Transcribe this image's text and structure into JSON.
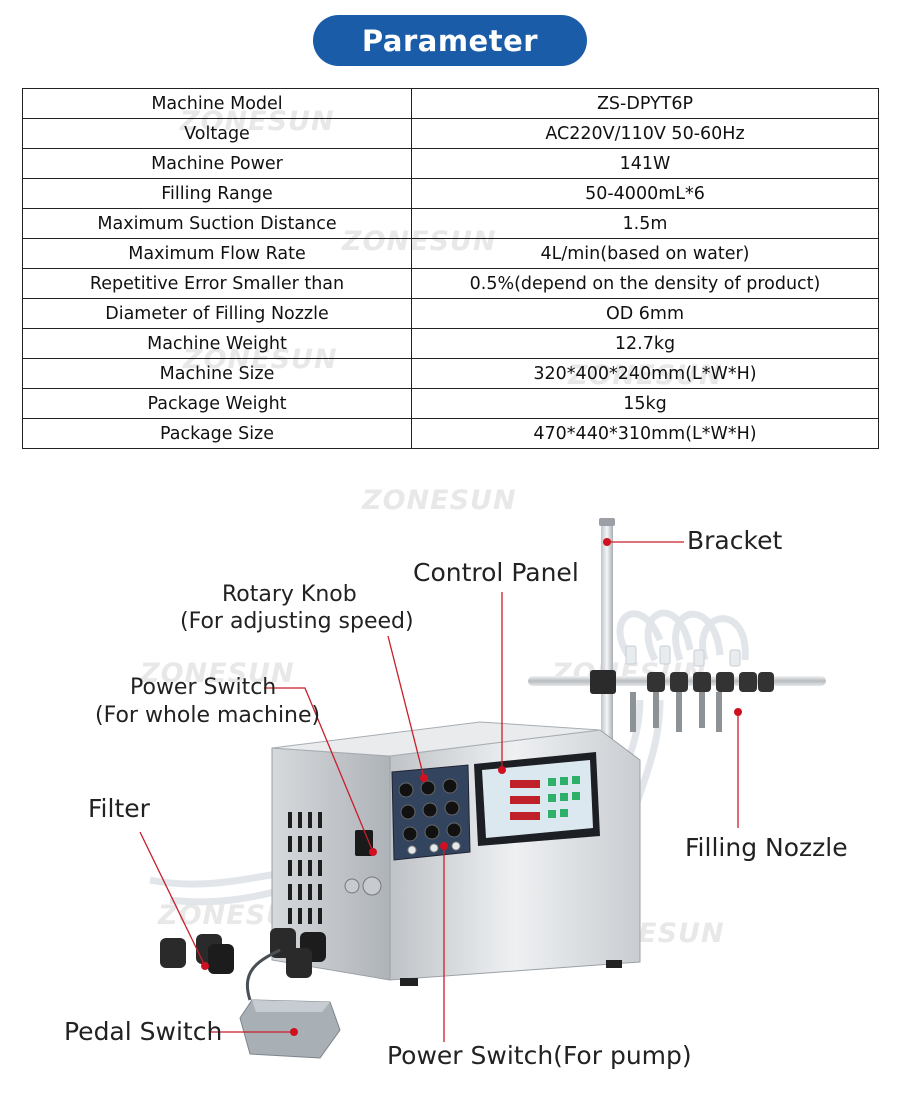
{
  "header": {
    "title": "Parameter"
  },
  "specs": [
    {
      "label": "Machine Model",
      "value": "ZS-DPYT6P"
    },
    {
      "label": "Voltage",
      "value": "AC220V/110V 50-60Hz"
    },
    {
      "label": "Machine Power",
      "value": "141W"
    },
    {
      "label": "Filling Range",
      "value": "50-4000mL*6"
    },
    {
      "label": "Maximum Suction Distance",
      "value": "1.5m"
    },
    {
      "label": "Maximum Flow Rate",
      "value": "4L/min(based on water)"
    },
    {
      "label": "Repetitive Error Smaller than",
      "value": "0.5%(depend on the density of product)"
    },
    {
      "label": "Diameter of Filling Nozzle",
      "value": "OD 6mm"
    },
    {
      "label": "Machine Weight",
      "value": "12.7kg"
    },
    {
      "label": "Machine Size",
      "value": "320*400*240mm(L*W*H)"
    },
    {
      "label": "Package Weight",
      "value": "15kg"
    },
    {
      "label": "Package Size",
      "value": "470*440*310mm(L*W*H)"
    }
  ],
  "callouts": {
    "bracket": "Bracket",
    "control_panel": "Control Panel",
    "rotary_knob": "Rotary Knob",
    "rotary_knob_note": "(For adjusting speed)",
    "power_switch": "Power Switch",
    "power_switch_note": "(For whole machine)",
    "filter": "Filter",
    "filling_nozzle": "Filling Nozzle",
    "pedal_switch": "Pedal Switch",
    "pump_switch": "Power Switch(For pump)"
  },
  "watermark": "ZONESUN",
  "colors": {
    "header_bg": "#1a5ca8",
    "callout_dot": "#d01020",
    "callout_line": "#c81e2a"
  }
}
